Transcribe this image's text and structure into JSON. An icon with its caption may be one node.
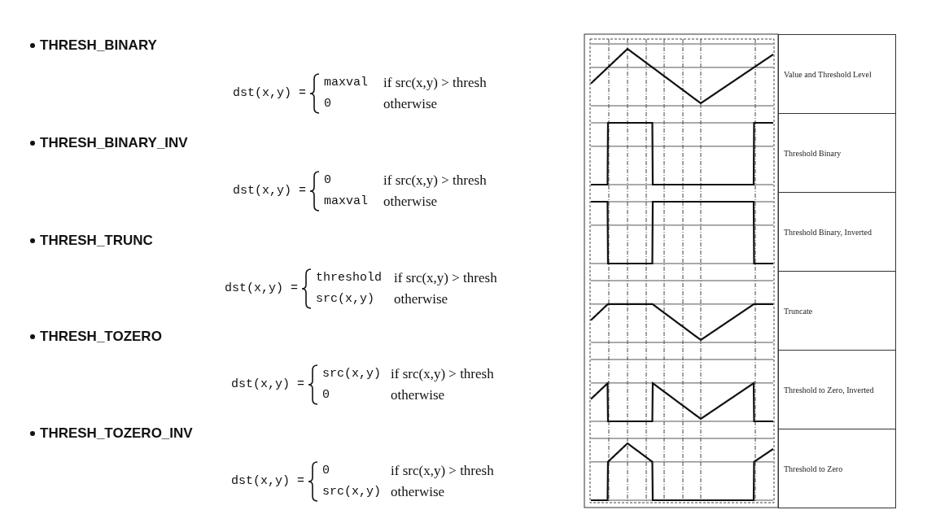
{
  "diagram": {
    "nodes": [
      {
        "text": [
          "Value and Threshold Level"
        ]
      },
      {
        "text": [
          "Threshold Binary"
        ]
      },
      {
        "text": [
          "Threshold Binary, Inverted"
        ]
      },
      {
        "text": [
          "Truncate"
        ]
      },
      {
        "text": [
          "Threshold to Zero, Inverted"
        ]
      },
      {
        "text": [
          "Threshold to Zero"
        ]
      }
    ],
    "labels": [
      "THRESH_BINARY",
      "dst(x,y) =",
      "maxval",
      "if src(x,y) > thresh",
      "0",
      "otherwise",
      "THRESH_BINARY_INV",
      "dst(x,y) =",
      "0",
      "if src(x,y) > thresh",
      "maxval",
      "otherwise",
      "THRESH_TRUNC",
      "dst(x,y) =",
      "threshold",
      "if src(x,y) > thresh",
      "src(x,y)",
      "otherwise",
      "THRESH_TOZERO",
      "dst(x,y) =",
      "src(x,y)",
      "if src(x,y) > thresh",
      "0",
      "otherwise",
      "THRESH_TOZERO_INV",
      "dst(x,y) =",
      "0",
      "if src(x,y) > thresh",
      "src(x,y)",
      "otherwise"
    ]
  }
}
